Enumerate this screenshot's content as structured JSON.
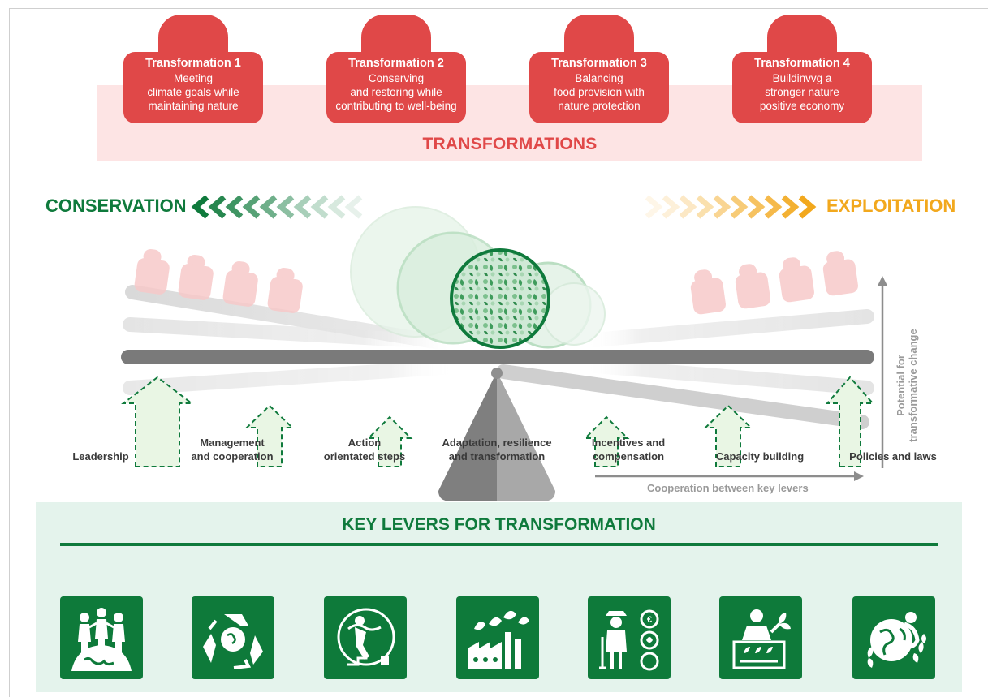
{
  "transformations": {
    "band_title": "TRANSFORMATIONS",
    "items": [
      {
        "title": "Transformation 1",
        "lines": [
          "Meeting",
          "climate goals while",
          "maintaining nature"
        ]
      },
      {
        "title": "Transformation 2",
        "lines": [
          "Conserving",
          "and restoring while",
          "contributing to well-being"
        ]
      },
      {
        "title": "Transformation 3",
        "lines": [
          "Balancing",
          "food provision with",
          "nature protection"
        ]
      },
      {
        "title": "Transformation 4",
        "lines": [
          "Buildinvvg a",
          "stronger nature",
          "positive economy"
        ]
      }
    ]
  },
  "directions": {
    "left": "CONSERVATION",
    "right": "EXPLOITATION"
  },
  "axes": {
    "x_label": "Cooperation between key levers",
    "y_label": "Potential for transformative change"
  },
  "levers": {
    "title": "KEY LEVERS FOR TRANSFORMATION",
    "items": [
      {
        "label": [
          "Leadership"
        ],
        "icon": "leadership-icon"
      },
      {
        "label": [
          "Management",
          "and cooperation"
        ],
        "icon": "recycle-globe-icon"
      },
      {
        "label": [
          "Action",
          "orientated steps"
        ],
        "icon": "climbing-globe-icon"
      },
      {
        "label": [
          "Adaptation, resilience",
          "and transformation"
        ],
        "icon": "factory-plants-icon"
      },
      {
        "label": [
          "Incentives and",
          "compensation"
        ],
        "icon": "farmer-coins-icon"
      },
      {
        "label": [
          "Capacity building"
        ],
        "icon": "seedling-greenhouse-icon"
      },
      {
        "label": [
          "Policies and laws"
        ],
        "icon": "earth-hug-icon"
      }
    ]
  },
  "colors": {
    "red": "#e04848",
    "green": "#0f7a3c",
    "orange": "#f2a81d",
    "beam_gray": "#7a7a7a"
  }
}
